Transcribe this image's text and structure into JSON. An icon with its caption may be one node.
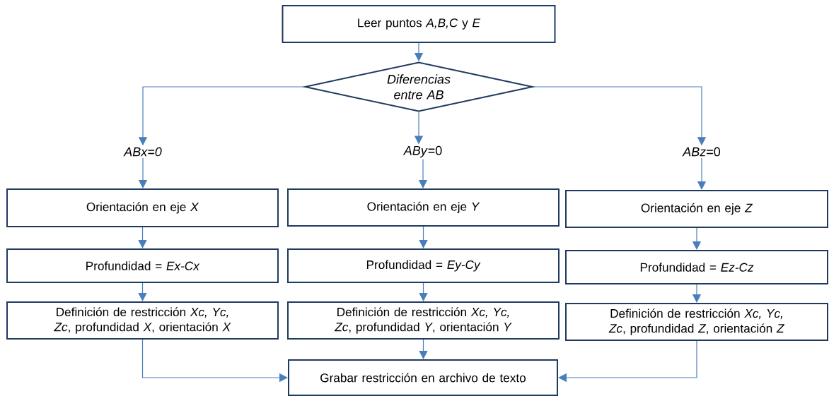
{
  "diagram": {
    "nodes": [
      {
        "text": [
          "Leer puntos *A,B,C* y *E*"
        ]
      },
      {
        "text": [
          "Diferencias entre AB"
        ]
      },
      {
        "text": [
          "*ABx=0*"
        ]
      },
      {
        "text": [
          "*ABy*=0"
        ]
      },
      {
        "text": [
          "*ABz*=0"
        ]
      },
      {
        "text": [
          "Orientación en eje *X*"
        ]
      },
      {
        "text": [
          "Orientación en eje *Y*"
        ]
      },
      {
        "text": [
          "Orientación en eje *Z*"
        ]
      },
      {
        "text": [
          "Profundidad = *Ex-Cx*"
        ]
      },
      {
        "text": [
          "Profundidad = *Ey-Cy*"
        ]
      },
      {
        "text": [
          "Profundidad = *Ez-Cz*"
        ]
      },
      {
        "text": [
          "Definición de restricción *Xc, Yc, Zc*, profundidad *X*, orientación *X*"
        ]
      },
      {
        "text": [
          "Definición de restricción *Xc, Yc, Zc*, profundidad *Y*, orientación *Y*"
        ]
      },
      {
        "text": [
          "Definición de restricción *Xc, Yc, Zc*, profundidad *Z*, orientación *Z*"
        ]
      },
      {
        "text": [
          "Grabar restricción en archivo de texto"
        ]
      }
    ],
    "edges": [
      {
        "from": 0,
        "to": 1,
        "arrow": "to"
      },
      {
        "from": 1,
        "to": 2,
        "arrow": "to"
      },
      {
        "from": 1,
        "to": 3,
        "arrow": "to"
      },
      {
        "from": 1,
        "to": 4,
        "arrow": "to"
      },
      {
        "from": 2,
        "to": 5,
        "arrow": "to"
      },
      {
        "from": 3,
        "to": 6,
        "arrow": "to"
      },
      {
        "from": 4,
        "to": 7,
        "arrow": "to"
      },
      {
        "from": 5,
        "to": 8,
        "arrow": "to"
      },
      {
        "from": 6,
        "to": 9,
        "arrow": "to"
      },
      {
        "from": 7,
        "to": 10,
        "arrow": "to"
      },
      {
        "from": 8,
        "to": 11,
        "arrow": "to"
      },
      {
        "from": 9,
        "to": 12,
        "arrow": "to"
      },
      {
        "from": 10,
        "to": 13,
        "arrow": "to"
      },
      {
        "from": 11,
        "to": 14,
        "arrow": "to"
      },
      {
        "from": 12,
        "to": 14,
        "arrow": "to"
      },
      {
        "from": 13,
        "to": 14,
        "arrow": "to"
      }
    ]
  }
}
